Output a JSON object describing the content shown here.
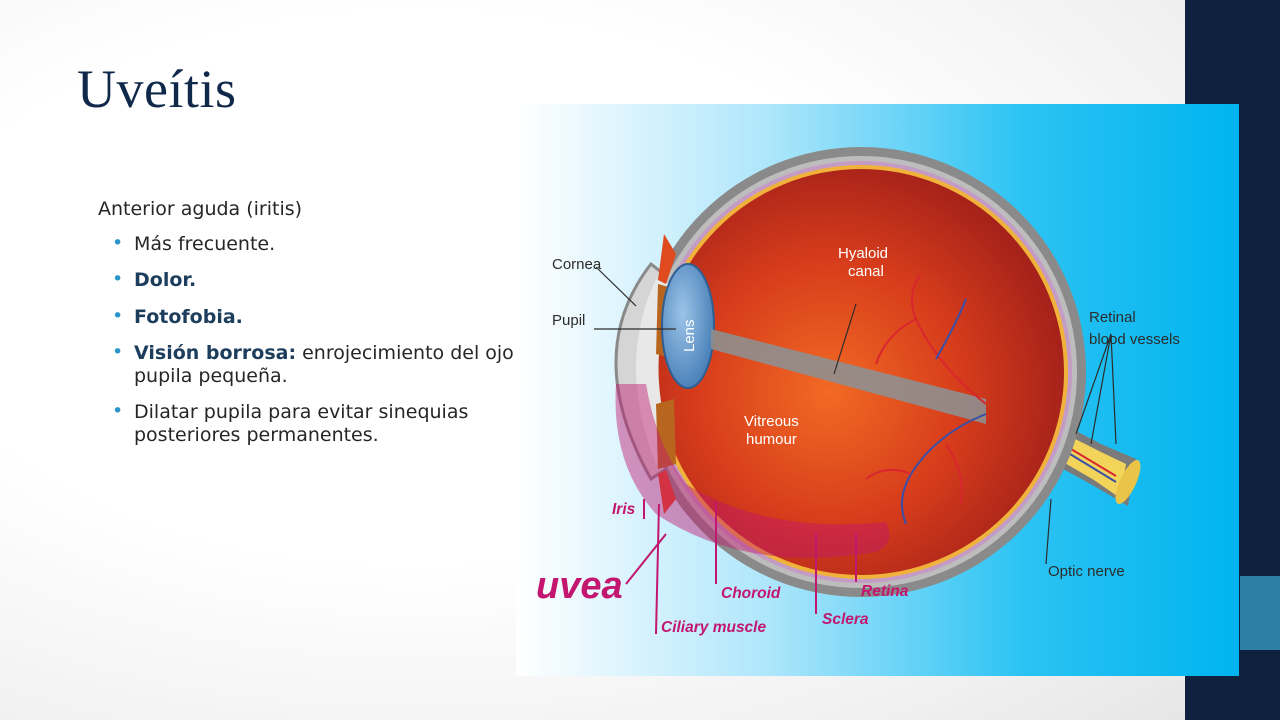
{
  "slide": {
    "title": "Uveítis",
    "heading": "Anterior aguda (iritis)",
    "bullets": [
      {
        "bold": "",
        "text": "Más frecuente."
      },
      {
        "bold": "Dolor.",
        "text": ""
      },
      {
        "bold": "Fotofobia.",
        "text": ""
      },
      {
        "bold": "Visión borrosa:",
        "text": " enrojecimiento del ojo y pupila pequeña."
      },
      {
        "bold": "",
        "text": "Dilatar pupila para evitar sinequias posteriores permanentes."
      }
    ]
  },
  "diagram": {
    "labels": {
      "cornea": "Cornea",
      "pupil": "Pupil",
      "lens": "Lens",
      "hyaloid_canal_1": "Hyaloid",
      "hyaloid_canal_2": "canal",
      "vitreous_1": "Vitreous",
      "vitreous_2": "humour",
      "retinal_vessels_1": "Retinal",
      "retinal_vessels_2": "blood vessels",
      "optic_nerve": "Optic nerve",
      "iris": "Iris",
      "uvea": "uvea",
      "choroid": "Choroid",
      "retina": "Retina",
      "ciliary_muscle": "Ciliary muscle",
      "sclera": "Sclera"
    },
    "colors": {
      "background_start": "#ffffff",
      "background_end": "#00b4ef",
      "sclera": "#8a8a8a",
      "vitreous": "#d43a1a",
      "uvea_highlight": "#c2166f",
      "optic_nerve": "#f3d45a",
      "lens": "#5a90c4"
    }
  },
  "colors": {
    "title": "#10294a",
    "bullet": "#2a95c9",
    "side_bar": "#0e2240",
    "side_tab": "#2d7fa6"
  }
}
